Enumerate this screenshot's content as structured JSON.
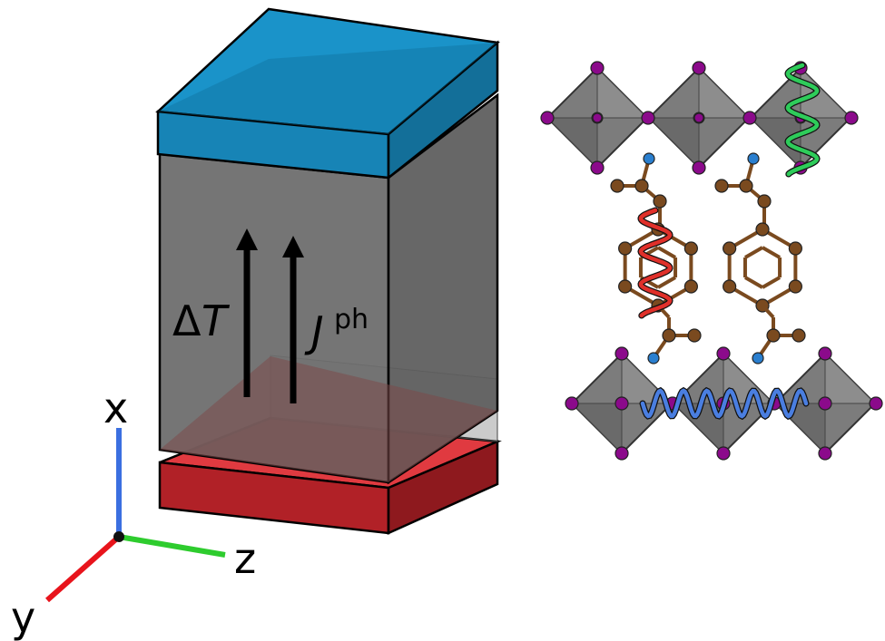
{
  "labels": {
    "delta_prefix": "Δ",
    "delta_var": "T",
    "flux_var": "J",
    "flux_sup": "ph",
    "axis_x": "x",
    "axis_y": "y",
    "axis_z": "z"
  },
  "colors": {
    "heat_sink_top": "#1f8fc3",
    "heat_source_bottom": "#c1272d",
    "sample_body": "#6e6e6e",
    "axis_x": "#3b6fe0",
    "axis_y": "#e8141c",
    "axis_z": "#2ecc2e",
    "metal_atom": "#8b0a8b",
    "octahedron": "#7a7a7a",
    "organic_atom": "#7a4a1f",
    "hydrogen_atom": "#2a7fcf",
    "mode_green": "#2ecc5a",
    "mode_red": "#e0302a",
    "mode_blue": "#4a7ee0"
  },
  "icons": [
    "heat-sink-slab",
    "heat-source-slab",
    "sample-block",
    "up-arrow",
    "axis-triad",
    "octahedron",
    "phonon-helix"
  ]
}
